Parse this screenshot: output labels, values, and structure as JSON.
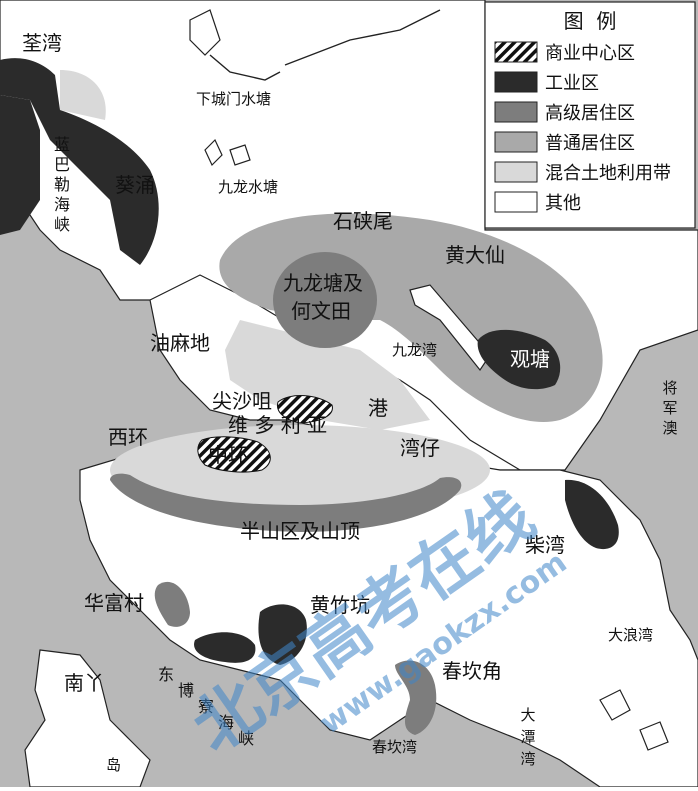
{
  "legend": {
    "title": "图  例",
    "items": [
      {
        "label": "商业中心区",
        "swatch": "hatch"
      },
      {
        "label": "工业区",
        "swatch": "#2b2b2b"
      },
      {
        "label": "高级居住区",
        "swatch": "#7d7d7d"
      },
      {
        "label": "普通居住区",
        "swatch": "#a9a9a9"
      },
      {
        "label": "混合土地利用带",
        "swatch": "#d9d9d9"
      },
      {
        "label": "其他",
        "swatch": "#ffffff"
      }
    ]
  },
  "colors": {
    "sea": "#b8b8b8",
    "land": "#ffffff",
    "industrial": "#2b2b2b",
    "high_residential": "#7d7d7d",
    "normal_residential": "#a9a9a9",
    "mixed": "#d9d9d9",
    "watermark": "#3f86c9"
  },
  "labels": {
    "quanwan": "荃湾",
    "xiachengmen": "下城门水塘",
    "lanba": "蓝巴勒海峡",
    "kuiyong": "葵涌",
    "jiulongshuitang": "九龙水塘",
    "shixiawei": "石硖尾",
    "huangdaxian": "黄大仙",
    "jiulongtang": "九龙塘及\n何文田",
    "youmadi": "油麻地",
    "jiulongwan": "九龙湾",
    "guantang": "观塘",
    "jiangjunao": "将军澳",
    "jianshazui": "尖沙咀",
    "gang": "港",
    "xihuan": "西环",
    "weiduoliya": "维 多 利 亚",
    "zhonghuan": "中环",
    "wanzai": "湾仔",
    "banshan": "半山区及山顶",
    "chaiwan": "柴湾",
    "huafucun": "华富村",
    "huangzhukeng": "黄竹坑",
    "dalangwan": "大浪湾",
    "nanya": "南丫",
    "dao": "岛",
    "dongbojia": "东博寮海峡",
    "chunkanjiao": "春坎角",
    "chunkanwan": "春坎湾",
    "datanwan": "大潭湾"
  },
  "watermark": {
    "line1": "北京高考在线",
    "line2": "www.gaokzx.com"
  }
}
